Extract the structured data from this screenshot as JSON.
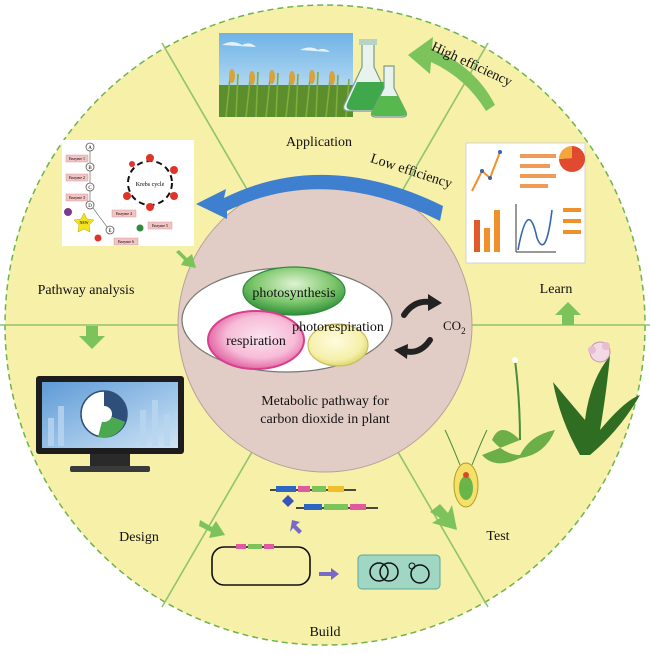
{
  "center": {
    "title_line1": "Metabolic pathway for",
    "title_line2": "carbon dioxide in plant",
    "photosynthesis": "photosynthesis",
    "respiration": "respiration",
    "photorespiration": "photorespiration",
    "co2_base": "CO",
    "co2_sub": "2"
  },
  "sectors": {
    "application": "Application",
    "learn": "Learn",
    "test": "Test",
    "build": "Build",
    "design": "Design",
    "pathway_analysis": "Pathway analysis"
  },
  "arrows": {
    "high_efficiency": "High efficiency",
    "low_efficiency": "Low efficiency"
  },
  "pathway_figure": {
    "krebs_label": "Krebs cycle",
    "enzymes": [
      "Enzyme 1",
      "Enzyme 2",
      "Enzyme 3",
      "Enzyme 4",
      "Enzyme 5",
      "Enzyme 6"
    ],
    "nodes": [
      "A",
      "B",
      "C",
      "D",
      "E"
    ],
    "new_label": "NEW"
  },
  "colors": {
    "wheel_fill": "#f6f0a8",
    "wheel_border": "#6fb34b",
    "center_fill": "#e2ccc6",
    "green_arrow": "#7cc35c",
    "blue_arrow": "#3f7fd0",
    "photosynthesis_fill": "#5ab55a",
    "respiration_fill": "#e67fb6",
    "photorespiration_fill": "#f3ee9e"
  }
}
